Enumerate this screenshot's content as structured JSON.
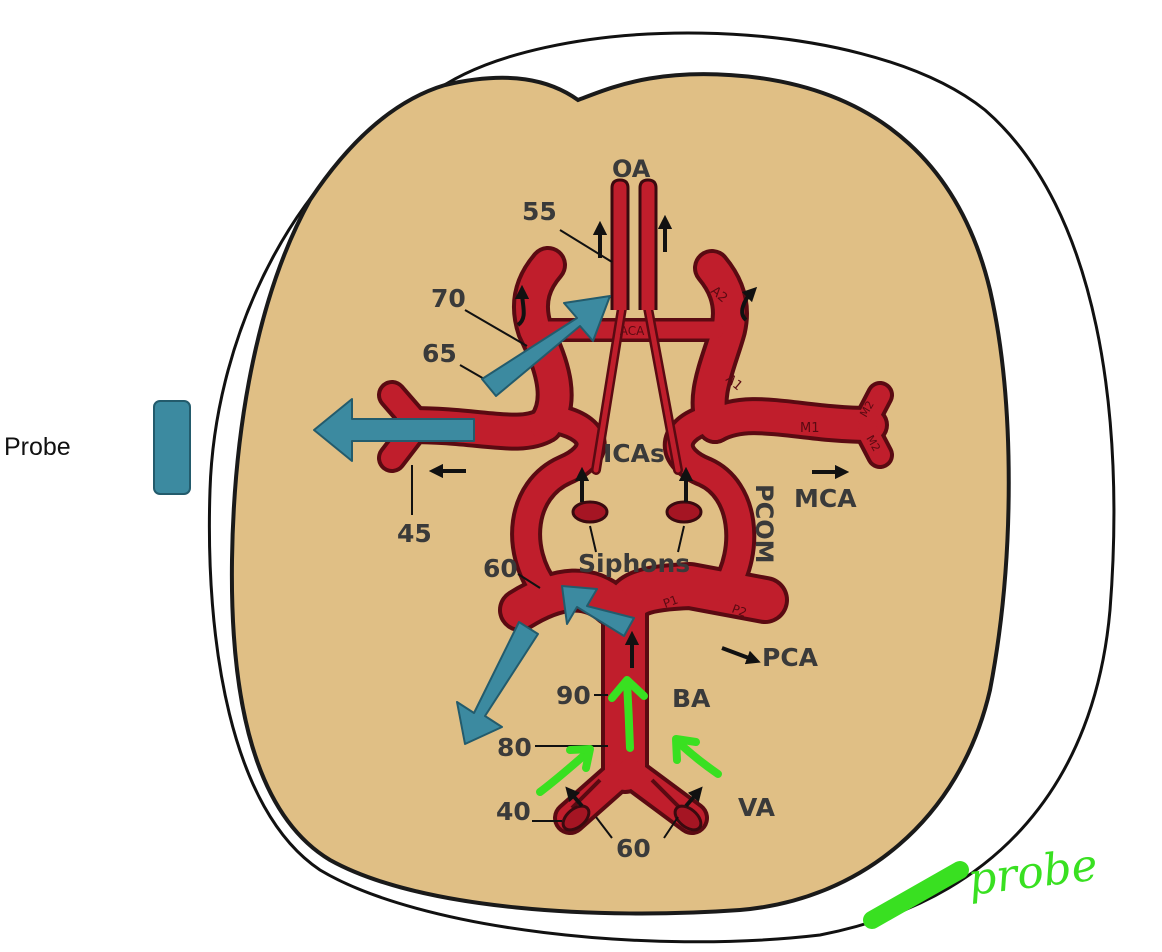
{
  "labels": {
    "oa": "OA",
    "aca": "ACA",
    "a1": "A1",
    "a2": "A2",
    "m1": "M1",
    "m2_upper": "M2",
    "m2_lower": "M2",
    "icas": "ICAs",
    "mca": "MCA",
    "pcom": "PCOM",
    "siphons": "Siphons",
    "p1": "P1",
    "p2": "P2",
    "pca": "PCA",
    "ba": "BA",
    "va": "VA"
  },
  "depths": {
    "oa": "55",
    "aca": "70",
    "ica_terminus": "65",
    "mca": "45",
    "pca": "60",
    "ba_upper": "90",
    "ba_lower": "80",
    "va": "40",
    "va_junction": "60"
  },
  "probe": {
    "label": "Probe",
    "handwritten_label": "probe"
  },
  "colors": {
    "brain": "#e0bf85",
    "vessel": "#c01e2c",
    "vessel_outline": "#5a0a12",
    "insonation_arrow": "#3c8aa0",
    "annotation": "#39e021"
  }
}
